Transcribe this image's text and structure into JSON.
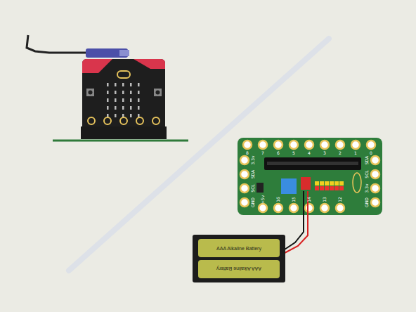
{
  "diagram": {
    "nodes": [
      {
        "text": [
          "AAA Alkaline Battery"
        ]
      },
      {
        "text": [
          "AAA Alkaline Battery"
        ]
      }
    ],
    "labels": [
      "8",
      "7",
      "6",
      "5",
      "4",
      "3",
      "2",
      "1",
      "0",
      "3.3v",
      "SDA",
      "SCL",
      "GND",
      "+5v",
      "16",
      "15",
      "14",
      "13",
      "12",
      "SDA",
      "SCL",
      "3.3v",
      "GND"
    ]
  }
}
